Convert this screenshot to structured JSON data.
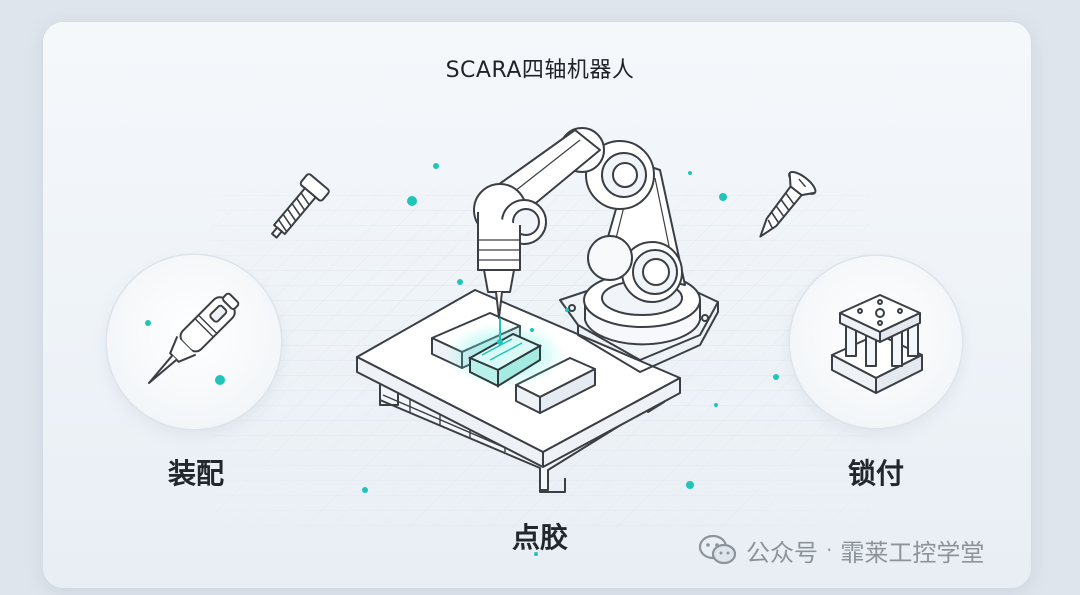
{
  "title": "SCARA四轴机器人",
  "labels": {
    "assembly": "装配",
    "screw_locking": "锁付",
    "dispensing": "点胶"
  },
  "watermark": {
    "prefix": "公众号",
    "separator": "·",
    "name": "霏莱工控学堂"
  },
  "icons": {
    "left_screw": "hex-bolt-icon",
    "right_screw": "wood-screw-icon",
    "glue": "glue-syringe-icon",
    "fixture": "locking-fixture-icon",
    "robot": "scara-robot-arm-icon",
    "watermark": "wechat-icon"
  },
  "colors": {
    "accent": "#20c4b8",
    "line": "#3a3f45",
    "background": "#eef3f8"
  }
}
